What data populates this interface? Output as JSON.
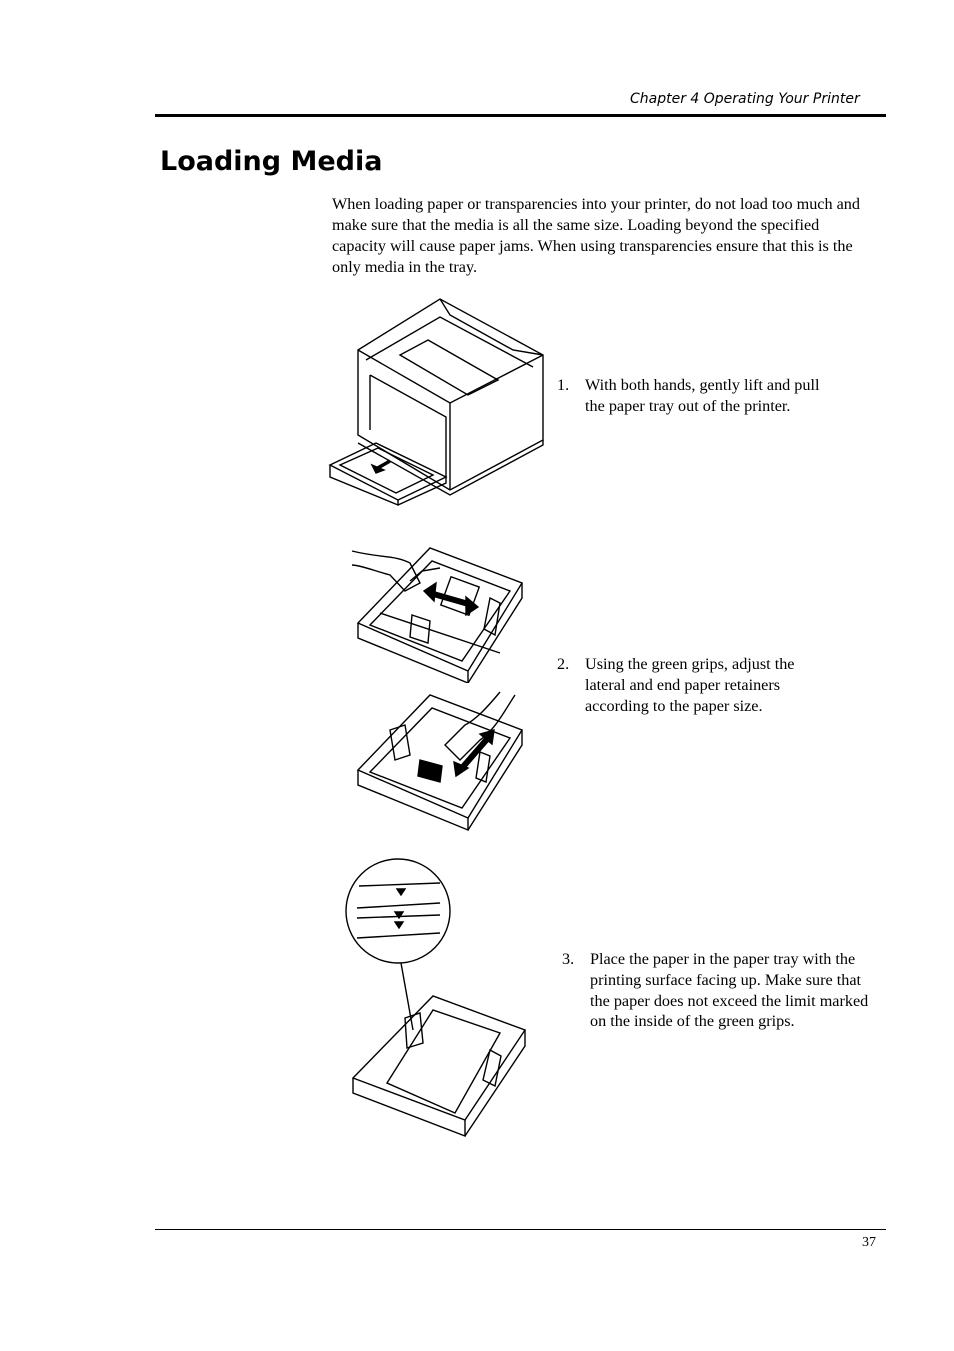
{
  "header": {
    "chapter": "Chapter 4 Operating Your Printer"
  },
  "title": "Loading Media",
  "intro": "When loading paper or transparencies into your printer, do not load too much and make sure that the media is all the same size. Loading beyond the specified capacity will cause paper jams. When using transparencies ensure that this is the only media in the tray.",
  "steps": [
    {
      "num": "1.",
      "text": "With both hands, gently lift and pull the paper tray out of the printer."
    },
    {
      "num": "2.",
      "text": "Using the green grips, adjust the lateral and end paper retainers according to the paper size."
    },
    {
      "num": "3.",
      "text": "Place the paper in the paper tray with the printing surface facing up. Make sure that the paper does not exceed the limit marked on the inside of the green grips."
    }
  ],
  "footer": {
    "page_number": "37"
  }
}
